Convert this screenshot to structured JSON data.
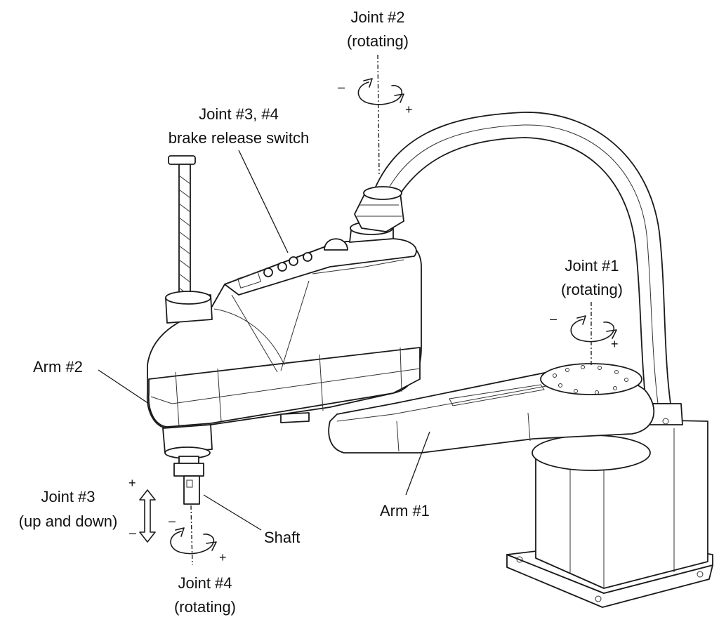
{
  "labels": {
    "joint2": [
      "Joint #2",
      "(rotating)"
    ],
    "joint34_brake": [
      "Joint #3, #4",
      "brake release switch"
    ],
    "joint1": [
      "Joint #1",
      "(rotating)"
    ],
    "arm2": "Arm #2",
    "arm1": "Arm #1",
    "joint3": [
      "Joint #3",
      "(up and down)"
    ],
    "shaft": "Shaft",
    "joint4": [
      "Joint #4",
      "(rotating)"
    ]
  },
  "signs": {
    "plus": "+",
    "minus": "–"
  },
  "colors": {
    "line": "#1a1a1a",
    "fill": "#ffffff",
    "text": "#111111"
  }
}
